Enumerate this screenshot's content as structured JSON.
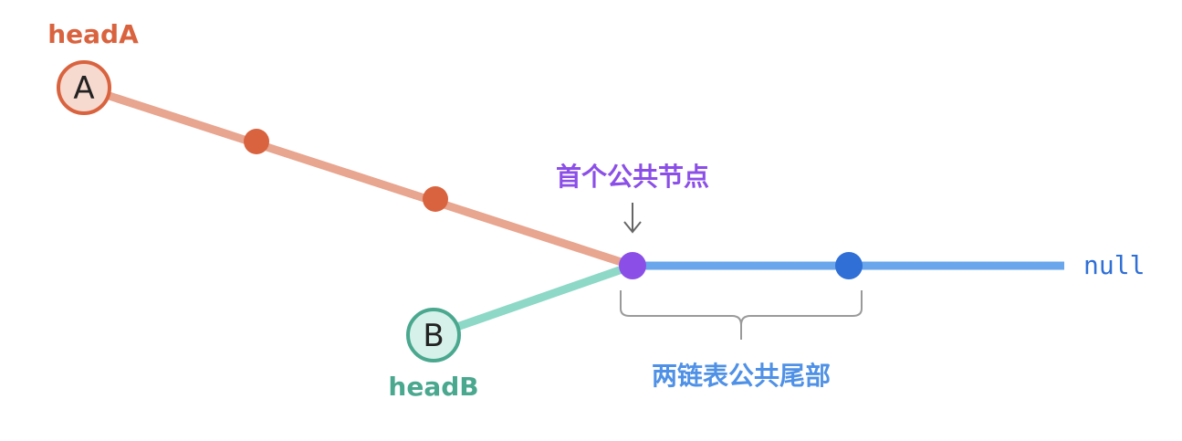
{
  "labels": {
    "head_a": "headA",
    "head_b": "headB",
    "node_a": "A",
    "node_b": "B",
    "null": "null",
    "first_common": "首个公共节点",
    "common_tail": "两链表公共尾部"
  },
  "colors": {
    "list_a_line": "#e8a58f",
    "list_a_node": "#d9633e",
    "list_a_label": "#d9633e",
    "list_b_line": "#8dd8c6",
    "list_b_node": "#4aa88f",
    "list_b_label": "#4aa88f",
    "common_line": "#6aa6ec",
    "common_node": "#2f6fd6",
    "first_common_node": "#8b4fe8",
    "first_common_label": "#8b4fe8",
    "common_tail_label": "#4f91e6",
    "null_label": "#2f6fd6",
    "brace": "#9a9a9a",
    "arrow": "#666666"
  }
}
